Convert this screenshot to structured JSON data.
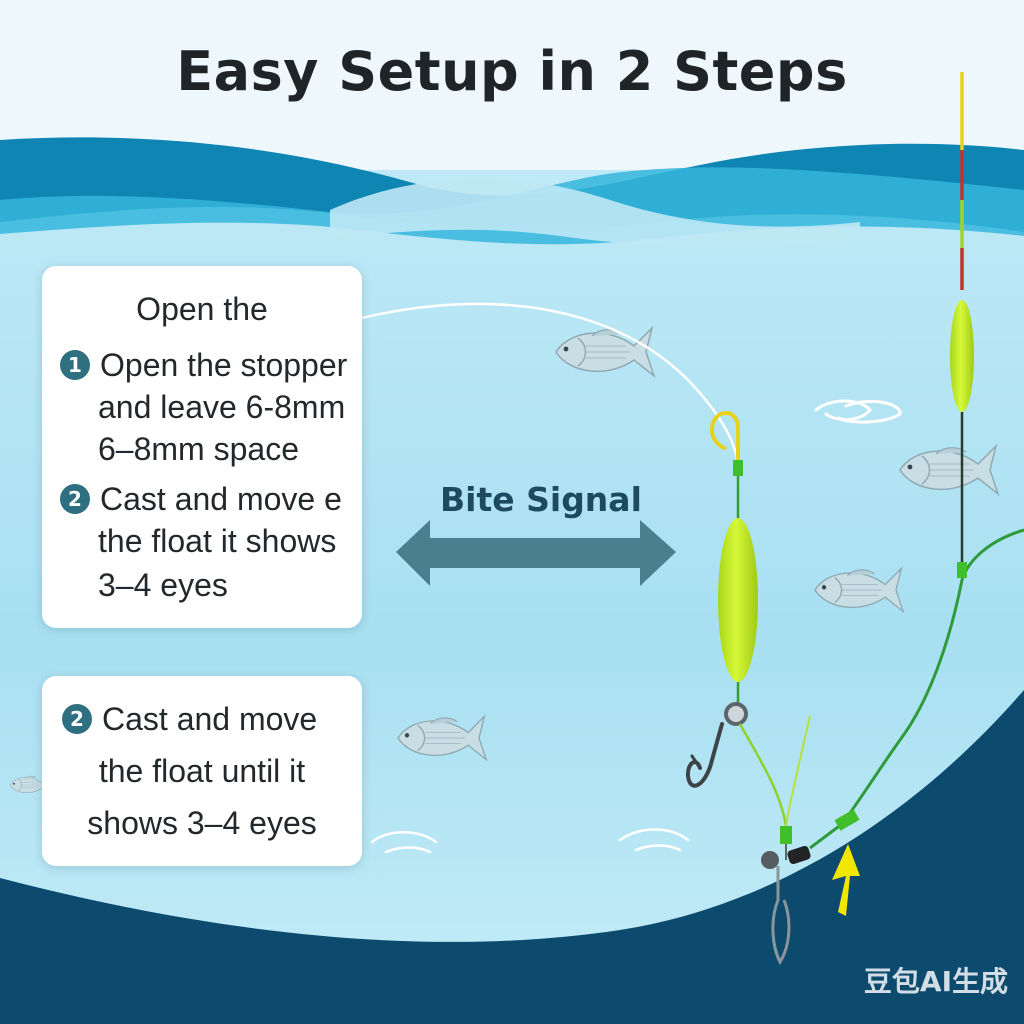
{
  "title": "Easy Setup in 2 Steps",
  "card1": {
    "heading": "Open the",
    "step1": {
      "number": "1",
      "lines": [
        "Open the stopper",
        "and leave 6-8mm",
        "6–8mm space"
      ]
    },
    "step2": {
      "number": "2",
      "lines": [
        "Cast and move e",
        "the float it shows",
        "3–4 eyes"
      ]
    }
  },
  "card2": {
    "number": "2",
    "lines": [
      "Cast and move",
      "the float until it",
      "shows 3–4 eyes"
    ]
  },
  "diagram": {
    "bite_label": "Bite Signal"
  },
  "watermark": "豆包AI生成",
  "colors": {
    "sky": "#eaf6fb",
    "wave_dark": "#0f85b4",
    "wave_light": "#36b6dc",
    "water": "#9fdaee",
    "deep": "#0c4a6e",
    "badge": "#2e6f80",
    "float": "#c7f22a",
    "line_green": "#2e9a3a",
    "arrow": "#4a7f8e",
    "pointer": "#f2e600"
  }
}
